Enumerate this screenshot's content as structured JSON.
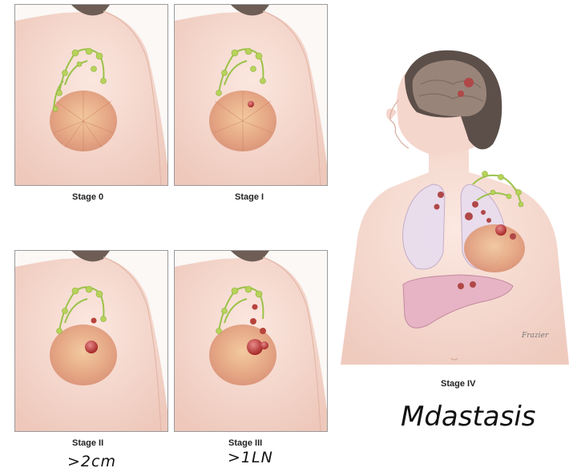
{
  "stages": [
    {
      "label": "Stage 0",
      "annotation": ""
    },
    {
      "label": "Stage I",
      "annotation": ""
    },
    {
      "label": "Stage II",
      "annotation": ">2cm"
    },
    {
      "label": "Stage III",
      "annotation": ">1LN"
    }
  ],
  "metastasis": {
    "label": "Stage IV",
    "annotation": "Mdastasis"
  },
  "signature": "Frazier"
}
